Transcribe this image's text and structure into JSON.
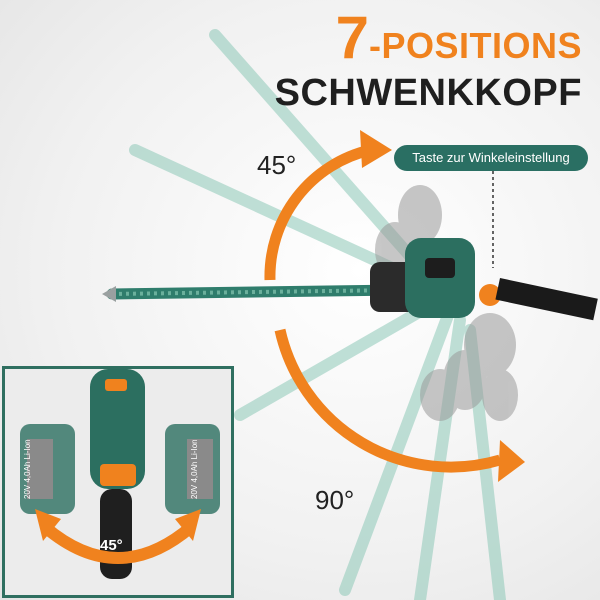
{
  "title": {
    "number": "7",
    "line1_rest": "-POSITIONS",
    "line2": "SCHWENKKOPF"
  },
  "callout": {
    "text": "Taste zur Winkeleinstellung"
  },
  "angles": {
    "upper": "45°",
    "lower": "90°",
    "inset": "45°"
  },
  "battery": {
    "label_left": "20V 4,0Ah Li-Ion",
    "label_right": "20V 4,0Ah Li-Ion"
  },
  "colors": {
    "accent_orange": "#f0821e",
    "brand_green": "#2a6f63",
    "blade_teal": "#7fbfae",
    "text_dark": "#1f1f1f"
  }
}
